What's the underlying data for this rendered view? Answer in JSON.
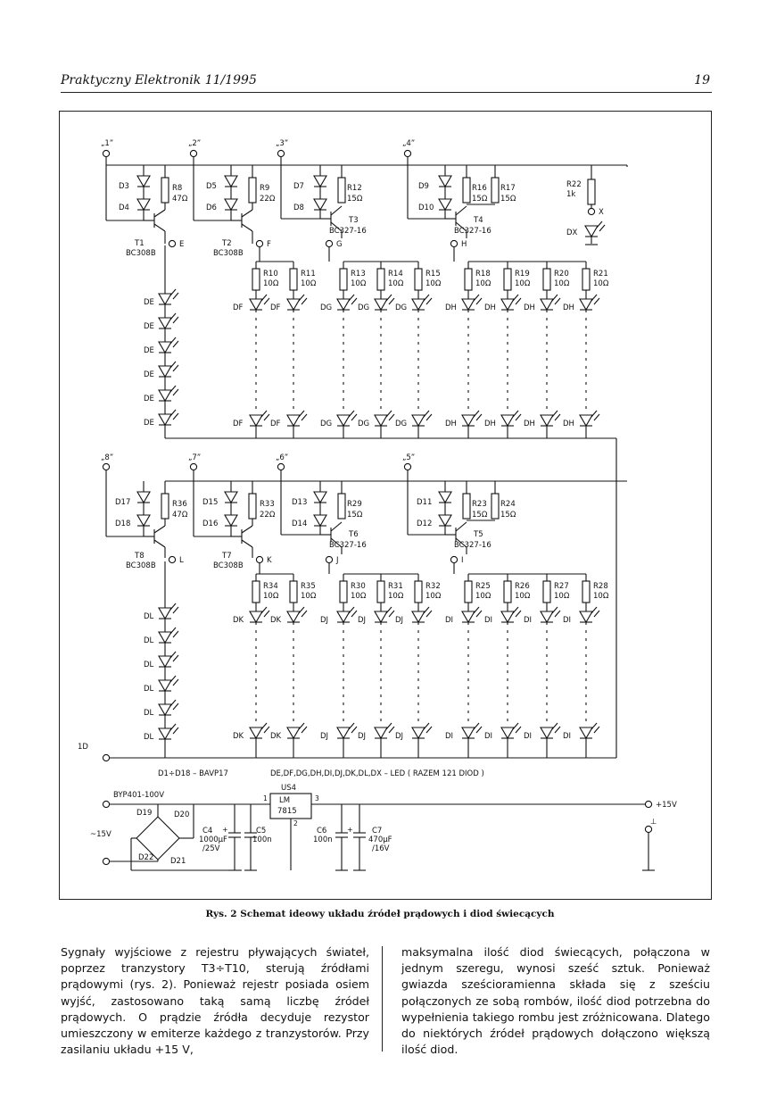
{
  "header": {
    "journal": "Praktyczny Elektronik 11/1995",
    "page_number": "19"
  },
  "schematic": {
    "inputs_top": [
      "„1”",
      "„2”",
      "„3”",
      "„4”"
    ],
    "inputs_bottom": [
      "„8”",
      "„7”",
      "„6”",
      "„5”"
    ],
    "input_label_d": "1D",
    "transistor_npn_type": "BC308B",
    "transistor_pnp_type": "BC327-16",
    "parts_note": "D1÷D18 – BAVP17",
    "led_note": "DE,DF,DG,DH,DI,DJ,DK,DL,DX – LED   ( RAZEM 121 DIOD )",
    "power": {
      "bridge": "BYP401-100V",
      "ac_input": "~15V",
      "regulator_ref": "US4",
      "regulator_name": "LM 7815",
      "pin_in": "1",
      "pin_out": "3",
      "pin_gnd": "2",
      "c4": "C4",
      "c4_value": "1000µF /25V",
      "c5": "C5",
      "c5_value": "100n",
      "c6": "C6",
      "c6_value": "100n",
      "c7": "C7",
      "c7_value": "470µF /16V",
      "out_label": "+15V",
      "gnd_label": "⊥",
      "diodes": [
        "D19",
        "D20",
        "D21",
        "D22"
      ]
    }
  },
  "caption": "Rys. 2 Schemat ideowy układu źródeł prądowych i diod świecących",
  "body_left": "Sygnały wyjściowe z rejestru pływających świateł, poprzez tranzystory T3÷T10, sterują źródłami prądowymi (rys. 2). Ponieważ rejestr posiada osiem wyjść, zastosowano taką samą liczbę źródeł prądowych. O prądzie źródła decyduje rezystor umieszczony w emiterze każdego z tranzystorów. Przy zasilaniu układu +15 V,",
  "body_right": "maksymalna ilość diod świecących, połączona w jednym szeregu, wynosi sześć sztuk. Ponieważ gwiazda sześcioramienna składa się z sześciu połączonych ze sobą rombów, ilość diod potrzebna do wypełnienia takiego rombu jest zróżnicowana. Dlatego do niektórych źródeł prądowych dołączono większą ilość diod."
}
